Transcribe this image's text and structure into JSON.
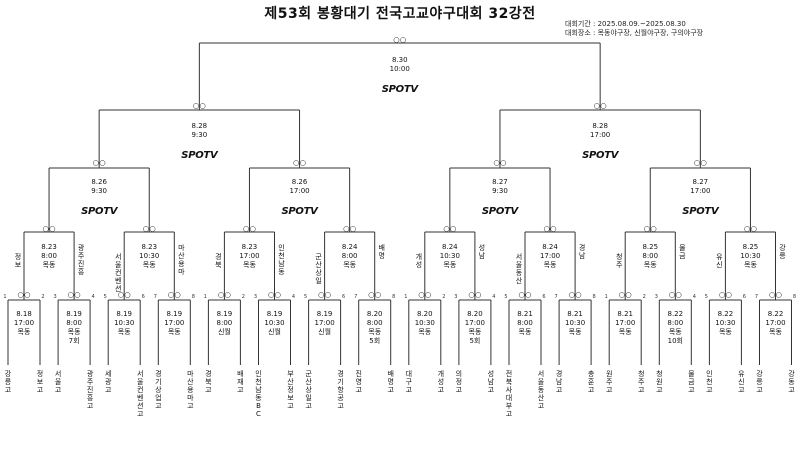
{
  "title": "제53회 봉황대기 전국고교야구대회 32강전",
  "info": {
    "period_label": "대회기간",
    "period": "2025.08.09.~2025.08.30",
    "venue_label": "대회장소",
    "venue": "목동야구장, 신월야구장, 구의야구장"
  },
  "broadcast": "SPOTV",
  "teams": [
    "강릉고",
    "정보고",
    "서울고",
    "광주진흥고",
    "세광고",
    "서울컨벤션고",
    "경기상업고",
    "마산용마고",
    "경북고",
    "배재고",
    "인천남동BC",
    "부산정보고",
    "군산상일고",
    "경기항공고",
    "진영고",
    "배명고",
    "대구고",
    "개성고",
    "의정고",
    "성남고",
    "전북사대부고",
    "서울동산고",
    "경남고",
    "충훈고",
    "원주고",
    "청주고",
    "청원고",
    "물금고",
    "인천고",
    "유신고",
    "강릉고",
    "강동고"
  ],
  "r32": [
    {
      "date": "8.18",
      "time": "17:00",
      "venue": "목동",
      "note": ""
    },
    {
      "date": "8.19",
      "time": "8:00",
      "venue": "목동",
      "note": "7회"
    },
    {
      "date": "8.19",
      "time": "10:30",
      "venue": "목동",
      "note": ""
    },
    {
      "date": "8.19",
      "time": "17:00",
      "venue": "목동",
      "note": ""
    },
    {
      "date": "8.19",
      "time": "8:00",
      "venue": "신월",
      "note": ""
    },
    {
      "date": "8.19",
      "time": "10:30",
      "venue": "신월",
      "note": ""
    },
    {
      "date": "8.19",
      "time": "17:00",
      "venue": "신월",
      "note": ""
    },
    {
      "date": "8.20",
      "time": "8:00",
      "venue": "목동",
      "note": "5회"
    },
    {
      "date": "8.20",
      "time": "10:30",
      "venue": "목동",
      "note": ""
    },
    {
      "date": "8.20",
      "time": "17:00",
      "venue": "목동",
      "note": "5회"
    },
    {
      "date": "8.21",
      "time": "8:00",
      "venue": "목동",
      "note": ""
    },
    {
      "date": "8.21",
      "time": "10:30",
      "venue": "목동",
      "note": ""
    },
    {
      "date": "8.21",
      "time": "17:00",
      "venue": "목동",
      "note": ""
    },
    {
      "date": "8.22",
      "time": "8:00",
      "venue": "목동",
      "note": "10회"
    },
    {
      "date": "8.22",
      "time": "10:30",
      "venue": "목동",
      "note": ""
    },
    {
      "date": "8.22",
      "time": "17:00",
      "venue": "목동",
      "note": ""
    }
  ],
  "r16": [
    {
      "date": "8.23",
      "time": "8:00",
      "venue": "목동",
      "winners": [
        "정보",
        "광주진흥"
      ]
    },
    {
      "date": "8.23",
      "time": "10:30",
      "venue": "목동",
      "winners": [
        "서울컨벤션",
        "마산용마"
      ]
    },
    {
      "date": "8.23",
      "time": "17:00",
      "venue": "목동",
      "winners": [
        "경북",
        "인천남동"
      ]
    },
    {
      "date": "8.24",
      "time": "8:00",
      "venue": "목동",
      "winners": [
        "군산상일",
        "배명"
      ]
    },
    {
      "date": "8.24",
      "time": "10:30",
      "venue": "목동",
      "winners": [
        "개성",
        "성남"
      ]
    },
    {
      "date": "8.24",
      "time": "17:00",
      "venue": "목동",
      "winners": [
        "서울동산",
        "경남"
      ]
    },
    {
      "date": "8.25",
      "time": "8:00",
      "venue": "목동",
      "winners": [
        "청주",
        "물금"
      ]
    },
    {
      "date": "8.25",
      "time": "10:30",
      "venue": "목동",
      "winners": [
        "유신",
        "강릉"
      ]
    }
  ],
  "qf": [
    {
      "date": "8.26",
      "time": "9:30"
    },
    {
      "date": "8.26",
      "time": "17:00"
    },
    {
      "date": "8.27",
      "time": "9:30"
    },
    {
      "date": "8.27",
      "time": "17:00"
    }
  ],
  "sf": [
    {
      "date": "8.28",
      "time": "9:30"
    },
    {
      "date": "8.28",
      "time": "17:00"
    }
  ],
  "final": {
    "date": "8.30",
    "time": "10:00"
  }
}
